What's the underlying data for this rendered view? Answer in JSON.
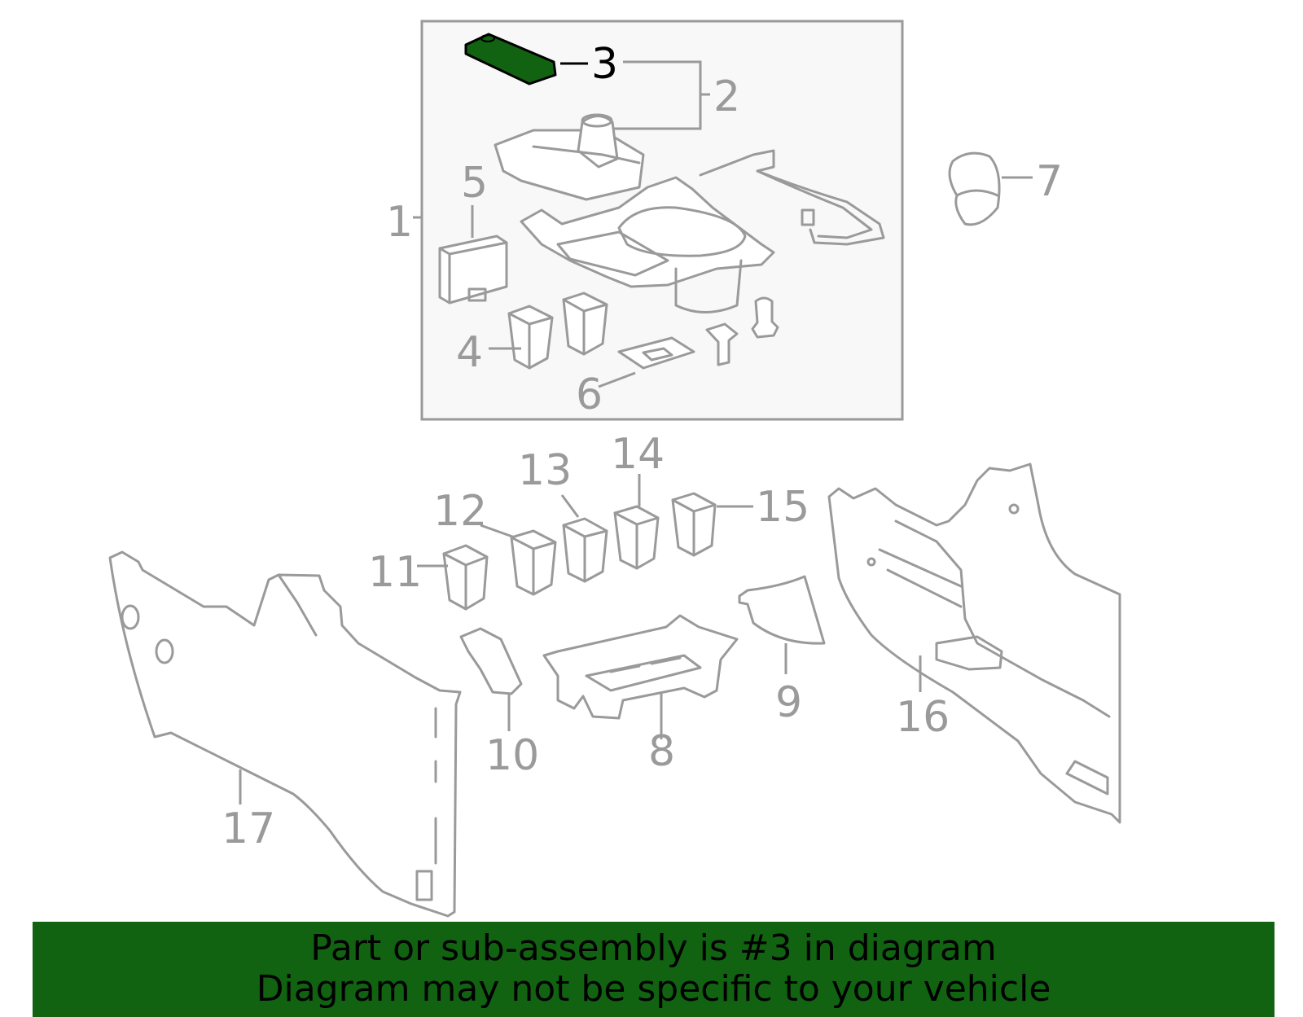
{
  "colors": {
    "highlight_fill": "#116311",
    "part_stroke": "#9a9a9a",
    "inset_background": "#f8f8f8",
    "banner_background": "#116311",
    "banner_text": "#000000"
  },
  "highlighted_part": "3",
  "callouts": [
    "1",
    "2",
    "3",
    "4",
    "5",
    "6",
    "7",
    "8",
    "9",
    "10",
    "11",
    "12",
    "13",
    "14",
    "15",
    "16",
    "17"
  ],
  "banner": {
    "line1": "Part or sub-assembly is #3 in diagram",
    "line2": "Diagram may not be specific to your vehicle"
  }
}
